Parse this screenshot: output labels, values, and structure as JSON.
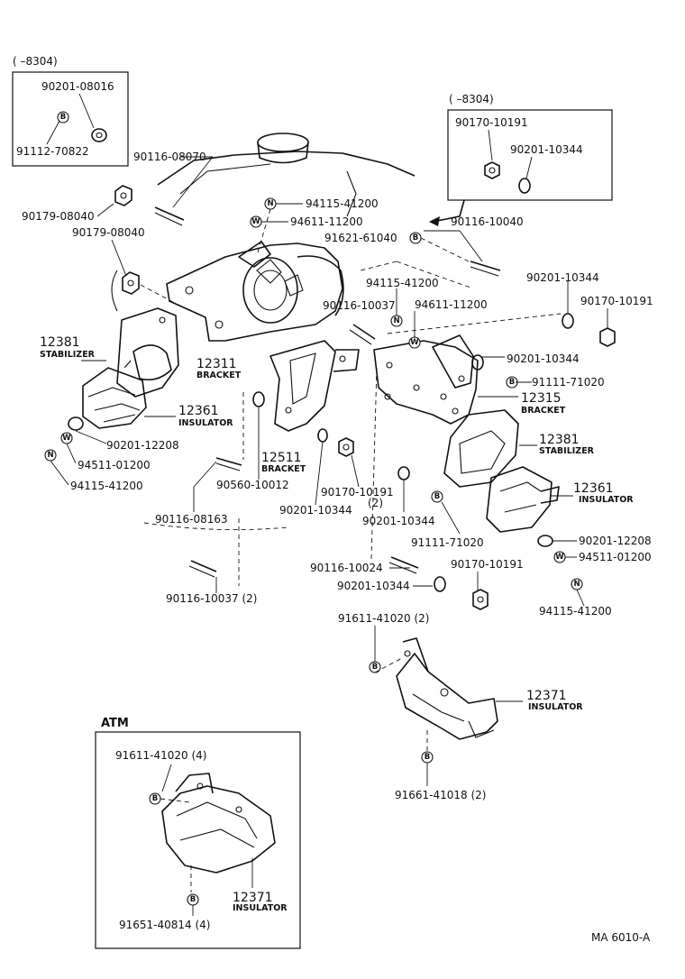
{
  "box_left": {
    "range": "( –8304)",
    "part_top": "90201-08016",
    "part_bottom": "91112-70822"
  },
  "box_right": {
    "range": "( –8304)",
    "part_top": "90170-10191",
    "part_bottom": "90201-10344"
  },
  "atm": {
    "title": "ATM",
    "part_bolt": "91611-41020 (4)",
    "part_insulator_no": "12371",
    "part_insulator_name": "INSULATOR",
    "part_bottom_bolt": "91651-40814 (4)"
  },
  "labels": {
    "l_90116_08070": "90116-08070",
    "l_94115_41200_a": "94115-41200",
    "l_94611_11200_a": "94611-11200",
    "l_90179_08040_a": "90179-08040",
    "l_90179_08040_b": "90179-08040",
    "l_90116_10040": "90116-10040",
    "l_91621_61040": "91621-61040",
    "l_90201_10344_a": "90201-10344",
    "l_90170_10191_a": "90170-10191",
    "l_94115_41200_b": "94115-41200",
    "l_94611_11200_b": "94611-11200",
    "l_90116_10037": "90116-10037",
    "l_12381_no": "12381",
    "l_12381_name": "STABILIZER",
    "l_12311_no": "12311",
    "l_12311_name": "BRACKET",
    "l_90201_10344_b": "90201-10344",
    "l_91111_71020_a": "91111-71020",
    "l_12315_no": "12315",
    "l_12315_name": "BRACKET",
    "l_12361_no_a": "12361",
    "l_12361_name_a": "INSULATOR",
    "l_90201_12208_a": "90201-12208",
    "l_12511_no": "12511",
    "l_12511_name": "BRACKET",
    "l_12381_no_b": "12381",
    "l_12381_name_b": "STABILIZER",
    "l_94511_01200_a": "94511-01200",
    "l_94115_41200_c": "94115-41200",
    "l_90560_10012": "90560-10012",
    "l_90170_10191_b": "90170-10191",
    "l_90170_10191_b2": "(2)",
    "l_90201_10344_c": "90201-10344",
    "l_90201_10344_d": "90201-10344",
    "l_12361_no_b": "12361",
    "l_12361_name_b": "INSULATOR",
    "l_90116_08163": "90116-08163",
    "l_91111_71020_b": "91111-71020",
    "l_90201_12208_b": "90201-12208",
    "l_94511_01200_b": "94511-01200",
    "l_90116_10024": "90116-10024",
    "l_90170_10191_c": "90170-10191",
    "l_90201_10344_e": "90201-10344",
    "l_90116_10037_2": "90116-10037 (2)",
    "l_94115_41200_d": "94115-41200",
    "l_91611_41020_2": "91611-41020 (2)",
    "l_12371_no": "12371",
    "l_12371_name": "INSULATOR",
    "l_91661_41018": "91661-41018 (2)"
  },
  "symbols": {
    "bolt": "B",
    "nut": "N",
    "washer": "W"
  },
  "footer": {
    "code": "MA 6010-A"
  }
}
